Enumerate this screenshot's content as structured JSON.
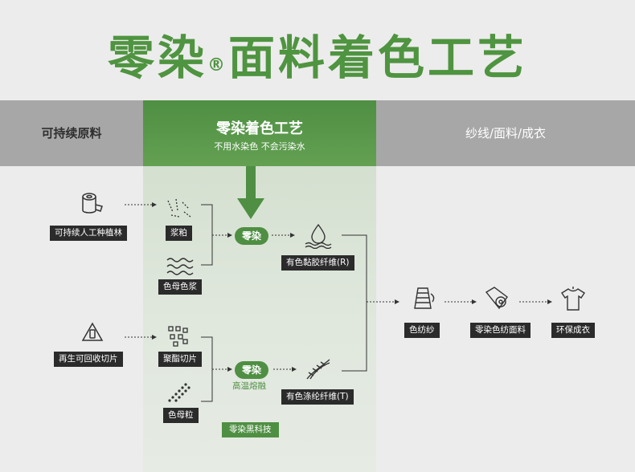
{
  "title": {
    "main": "零染",
    "reg": "®",
    "rest": "面料着色工艺"
  },
  "band": {
    "left": "可持续原料",
    "center_title": "零染着色工艺",
    "center_sub": "不用水染色 不会污染水",
    "right": "纱线/面料/成衣"
  },
  "nodes": {
    "forest": "可持续人工种植林",
    "pulp": "浆粕",
    "masterbatch_paste": "色母色浆",
    "colored_viscose": "有色黏胶纤维(R)",
    "recycled_pet": "再生可回收切片",
    "polyester_chips": "聚酯切片",
    "masterbatch_pellets": "色母粒",
    "colored_polyester": "有色涤纶纤维(T)",
    "yarn": "色纺纱",
    "fabric": "零染色纺面料",
    "garment": "环保成衣"
  },
  "pills": {
    "top": "零染",
    "bottom": "零染"
  },
  "melt": "高温熔融",
  "tech_label": "零染黑科技",
  "colors": {
    "green": "#4f8f43",
    "dark": "#2b2b2b",
    "band_gray": "#a7a7a7",
    "bg": "#ececec"
  },
  "icons": [
    "wood-log-icon",
    "pulp-fiber-icon",
    "wave-icon",
    "water-drop-icon",
    "recycle-icon",
    "chips-icon",
    "pellets-icon",
    "fiber-twist-icon",
    "yarn-cone-icon",
    "fabric-roll-icon",
    "tshirt-icon"
  ]
}
